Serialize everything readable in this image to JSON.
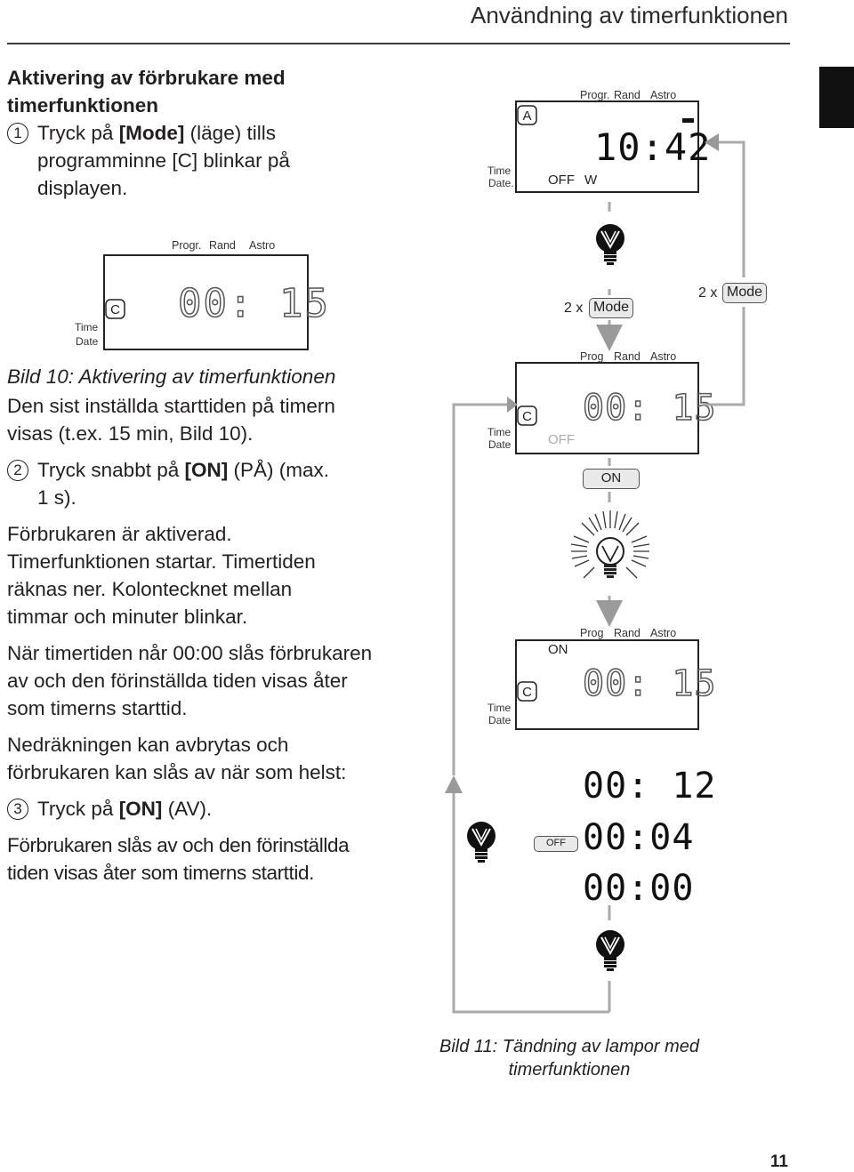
{
  "header": {
    "title": "Användning av timerfunktionen",
    "page_number": "11"
  },
  "body": {
    "heading_line1": "Aktivering av förbrukare med",
    "heading_line2": "timerfunktionen",
    "step1_num": "1",
    "step1_pre": "Tryck på ",
    "step1_bold": "[Mode]",
    "step1_post": " (läge) tills programminne [C] blinkar på displayen.",
    "figure10_caption": "Bild 10: Aktivering av timerfunktionen",
    "para1": "Den sist inställda starttiden på timern visas (t.ex. 15 min, Bild 10).",
    "step2_num": "2",
    "step2_pre": "Tryck snabbt på ",
    "step2_bold": "[ON]",
    "step2_post": " (PÅ) (max. 1 s).",
    "para2": "Förbrukaren är aktiverad. Timerfunktionen startar. Timertiden räknas ner. Kolontecknet mellan timmar och minuter blinkar.",
    "para3": "När timertiden når 00:00 slås förbrukaren av och den förinställda tiden visas åter som timerns starttid.",
    "para4": "Nedräkningen kan avbrytas och förbrukaren kan slås av när som helst:",
    "step3_num": "3",
    "step3_pre": "Tryck på ",
    "step3_bold": "[ON]",
    "step3_post": " (AV).",
    "para5": "Förbrukaren slås av och den förinställda tiden visas åter som timerns starttid."
  },
  "figure10": {
    "progr": "Progr.",
    "rand": "Rand",
    "astro": "Astro",
    "mem": "C",
    "time": "Time",
    "date": "Date",
    "display": "00: 15"
  },
  "figure11": {
    "lcd1": {
      "progr": "Progr.",
      "rand": "Rand",
      "astro": "Astro",
      "mem": "A",
      "time": "Time",
      "date": "Date.",
      "off": "OFF",
      "w": "W",
      "display": "10:42"
    },
    "lcd2": {
      "prog": "Prog",
      "rand": "Rand",
      "astro": "Astro",
      "mem": "C",
      "time": "Time",
      "date": "Date",
      "off": "OFF",
      "display": "00: 15"
    },
    "lcd3": {
      "prog": "Prog",
      "rand": "Rand",
      "astro": "Astro",
      "on": "ON",
      "mem": "C",
      "time": "Time",
      "date": "Date",
      "display": "00: 15"
    },
    "countdown": [
      "00: 12",
      "00:04",
      "00:00"
    ],
    "mode_left_count": "2 x",
    "mode_right_count": "2 x",
    "mode_label": "Mode",
    "on_button": "ON",
    "off_button": "OFF",
    "caption_line1": "Bild 11: Tändning av lampor med",
    "caption_line2": "timerfunktionen"
  }
}
